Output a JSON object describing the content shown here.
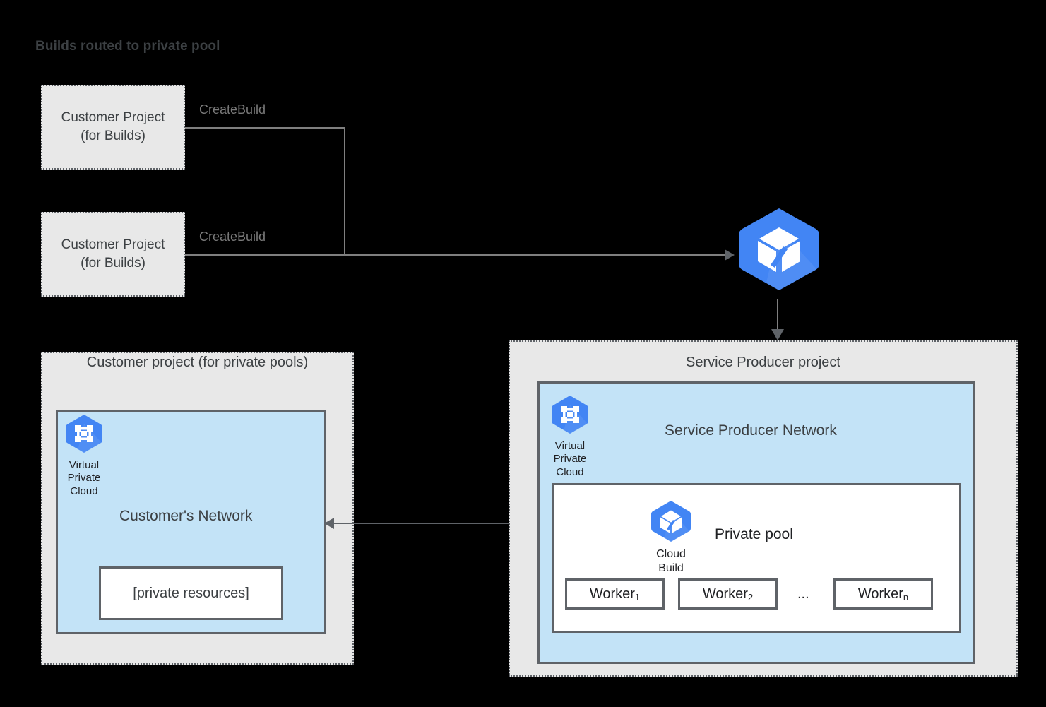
{
  "title": "Builds routed to private pool",
  "build_projects": [
    {
      "line1": "Customer Project",
      "line2": "(for Builds)",
      "edge_label": "CreateBuild"
    },
    {
      "line1": "Customer Project",
      "line2": "(for Builds)",
      "edge_label": "CreateBuild"
    }
  ],
  "cloud_build_service": {
    "icon": "cloud-build-icon"
  },
  "customer_panel": {
    "heading": "Customer project (for private pools)",
    "vpc": {
      "icon": "virtual-private-cloud-icon",
      "caption_line1": "Virtual",
      "caption_line2": "Private",
      "caption_line3": "Cloud"
    },
    "network_label": "Customer's Network",
    "private_resources_label": "[private resources]"
  },
  "producer_panel": {
    "heading": "Service Producer project",
    "vpc": {
      "icon": "virtual-private-cloud-icon",
      "caption_line1": "Virtual",
      "caption_line2": "Private",
      "caption_line3": "Cloud"
    },
    "network_label": "Service Producer Network",
    "private_pool": {
      "label": "Private pool",
      "cloud_build": {
        "icon": "cloud-build-icon",
        "caption_line1": "Cloud",
        "caption_line2": "Build"
      },
      "workers": [
        {
          "name": "Worker",
          "sub": "1"
        },
        {
          "name": "Worker",
          "sub": "2"
        },
        {
          "name": "Worker",
          "sub": "n"
        }
      ],
      "ellipsis": "..."
    }
  },
  "colors": {
    "background": "#000000",
    "panel_fill": "#e8e8e8",
    "network_fill": "#c3e3f7",
    "border_gray": "#5f6368",
    "accent_blue": "#4285f4",
    "text_dark": "#3c4043",
    "label_gray": "#7a7a7a"
  }
}
